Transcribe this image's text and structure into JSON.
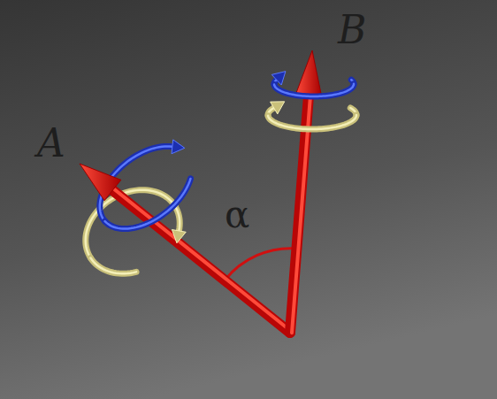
{
  "diagram": {
    "labels": [
      "A",
      "B",
      "α"
    ]
  }
}
